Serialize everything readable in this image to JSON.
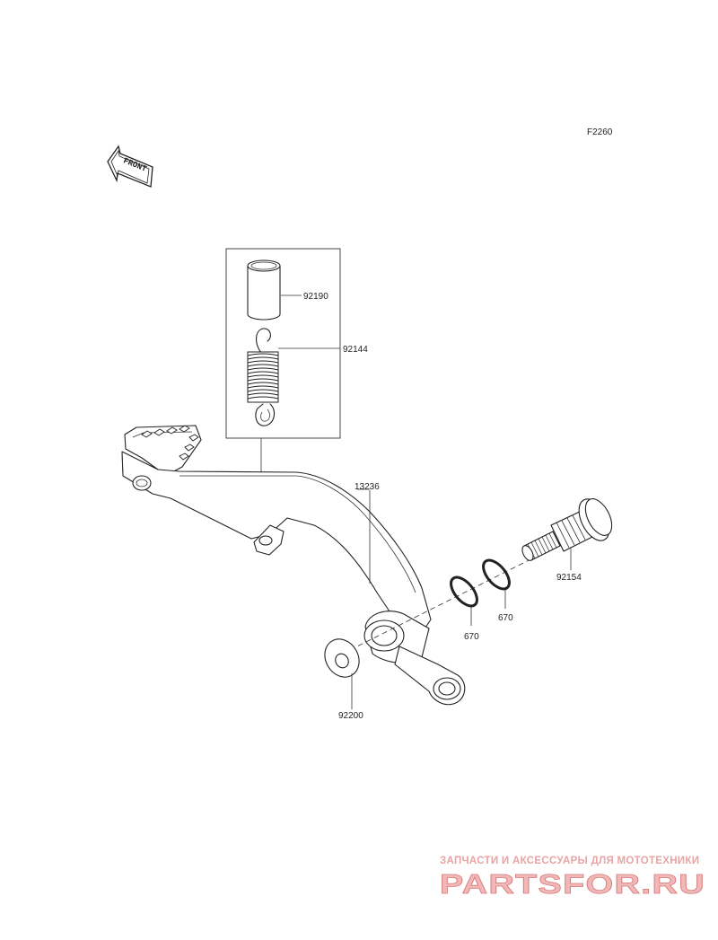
{
  "diagram": {
    "figure_code": "F2260",
    "front_label": "FRONT",
    "parts": [
      {
        "number": "92190",
        "name_icon": "collar"
      },
      {
        "number": "92144",
        "name_icon": "spring"
      },
      {
        "number": "13236",
        "name_icon": "brake-pedal"
      },
      {
        "number": "670",
        "name_icon": "o-ring"
      },
      {
        "number": "670",
        "name_icon": "o-ring"
      },
      {
        "number": "92154",
        "name_icon": "pivot-bolt"
      },
      {
        "number": "92200",
        "name_icon": "washer"
      }
    ]
  },
  "watermark": {
    "subtitle": "ЗАПЧАСТИ И АКСЕССУАРЫ ДЛЯ МОТОТЕХНИКИ",
    "brand": "PARTSFOR.RU"
  }
}
